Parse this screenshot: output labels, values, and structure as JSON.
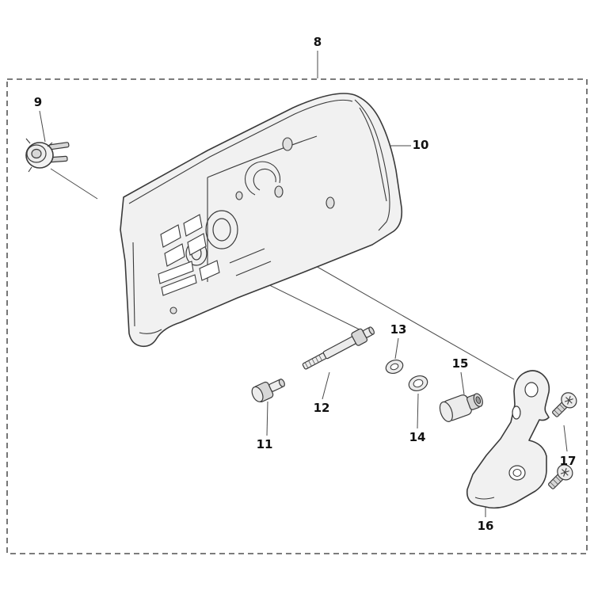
{
  "figure": {
    "kind": "exploded-parts-diagram",
    "callouts": {
      "c8": "8",
      "c9": "9",
      "c10": "10",
      "c11": "11",
      "c12": "12",
      "c13": "13",
      "c14": "14",
      "c15": "15",
      "c16": "16",
      "c17": "17"
    },
    "colors": {
      "line": "#3a3a3a",
      "background": "#ffffff",
      "fill_light": "#ececec",
      "fill_mid": "#d7d7d7",
      "frame_dash": "#2e2e2e"
    }
  }
}
